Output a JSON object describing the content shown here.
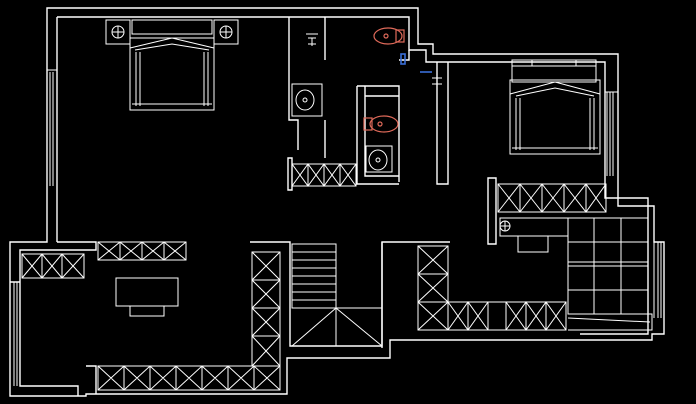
{
  "drawing": {
    "background_color": "#000000",
    "line_color": "#ffffff",
    "toilet_color": "#e06a5a",
    "accent_color": "#3a6fd8"
  },
  "fixtures": {
    "beds": [
      "bed",
      "bed"
    ],
    "toilets": [
      "toilet",
      "toilet"
    ],
    "sinks": [
      "sink",
      "sink"
    ],
    "wardrobes": 8,
    "tables": [
      "table",
      "desk"
    ],
    "stair": "staircase"
  }
}
